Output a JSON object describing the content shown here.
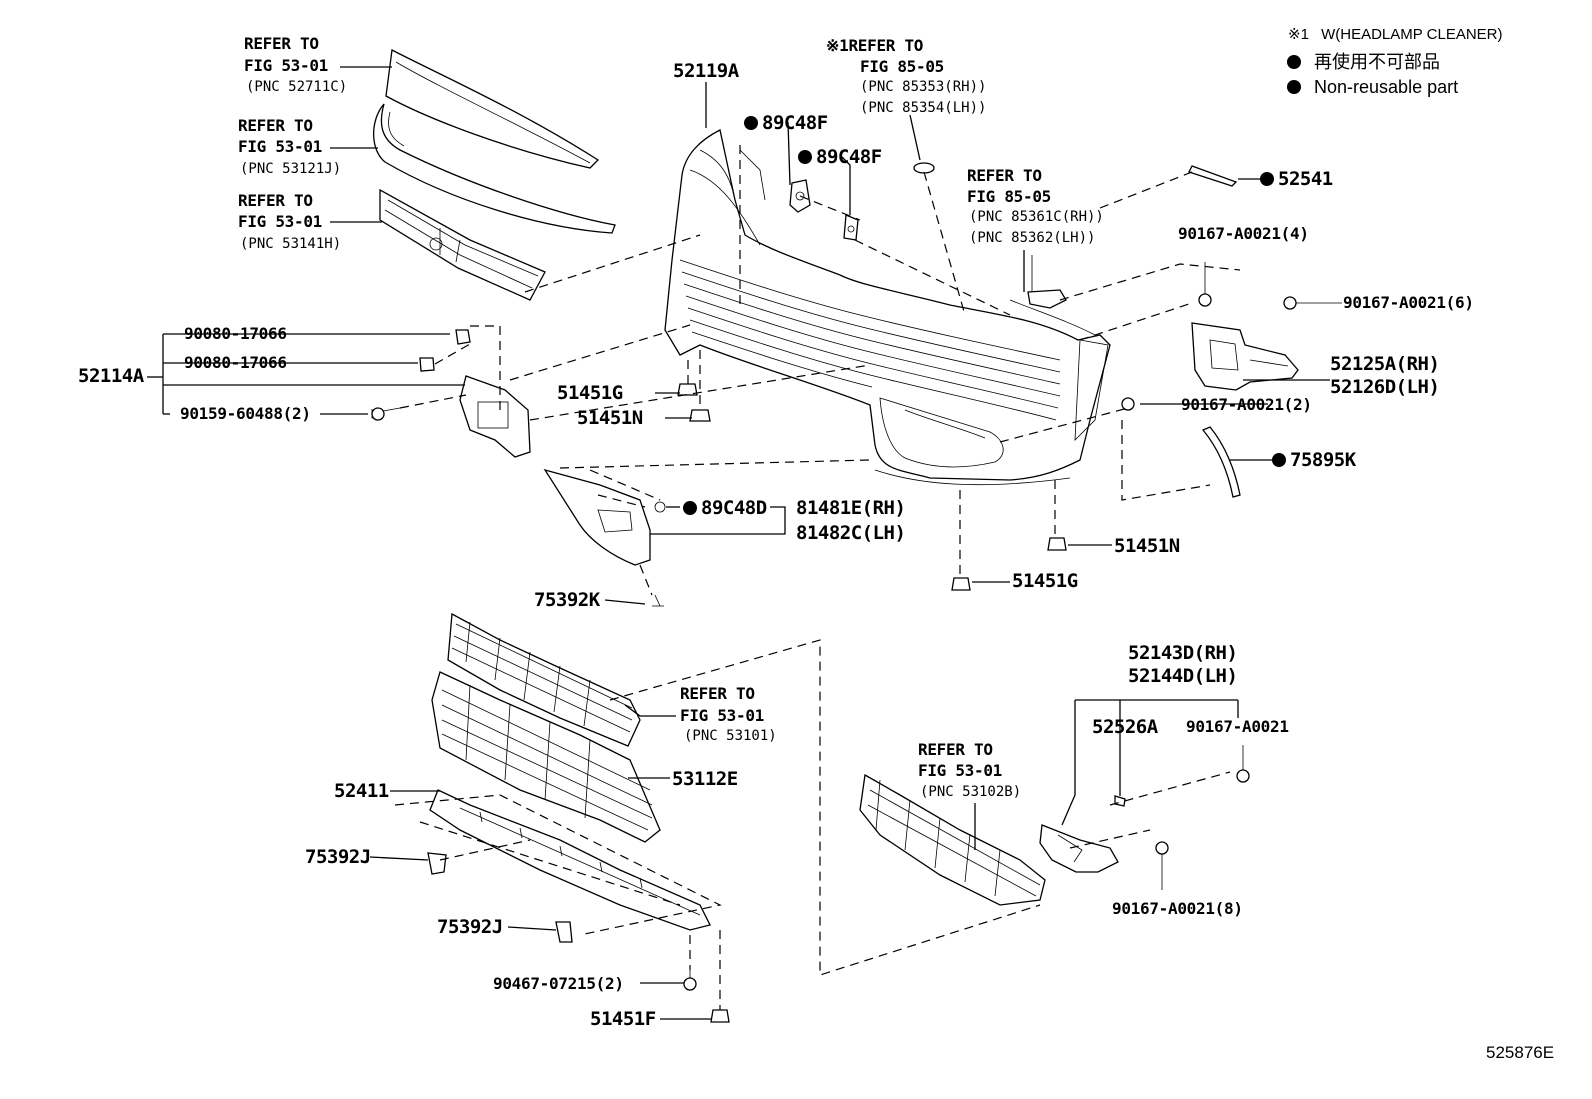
{
  "legend": {
    "note_mark": "※1",
    "note_text": "W(HEADLAMP CLEANER)",
    "jp_text": "再使用不可部品",
    "en_text": "Non-reusable part"
  },
  "diagram_id": "525876E",
  "callouts": {
    "refer_53_01_a": {
      "l1": "REFER TO",
      "l2": "FIG 53-01",
      "l3": "(PNC 52711C)"
    },
    "refer_53_01_b": {
      "l1": "REFER TO",
      "l2": "FIG 53-01",
      "l3": "(PNC 53121J)"
    },
    "refer_53_01_c": {
      "l1": "REFER TO",
      "l2": "FIG 53-01",
      "l3": "(PNC 53141H)"
    },
    "refer_85_05_a": {
      "mark": "※1",
      "l1": "REFER TO",
      "l2": "FIG 85-05",
      "l3": "(PNC 85353(RH))",
      "l4": "(PNC 85354(LH))"
    },
    "refer_85_05_b": {
      "l1": "REFER TO",
      "l2": "FIG 85-05",
      "l3": "(PNC 85361C(RH))",
      "l4": "(PNC 85362(LH))"
    },
    "refer_53_01_d": {
      "l1": "REFER TO",
      "l2": "FIG 53-01",
      "l3": "(PNC 53101)"
    },
    "refer_53_01_e": {
      "l1": "REFER TO",
      "l2": "FIG 53-01",
      "l3": "(PNC 53102B)"
    }
  },
  "parts": {
    "p52119A": "52119A",
    "p89C48F_a": "89C48F",
    "p89C48F_b": "89C48F",
    "p52541": "52541",
    "p90167_4": "90167-A0021(4)",
    "p90167_6": "90167-A0021(6)",
    "p52125A": "52125A(RH)",
    "p52126D": "52126D(LH)",
    "p90167_2": "90167-A0021(2)",
    "p75895K": "75895K",
    "p52114A": "52114A",
    "p90080_a": "90080-17066",
    "p90080_b": "90080-17066",
    "p90159": "90159-60488(2)",
    "p51451G_a": "51451G",
    "p51451N_a": "51451N",
    "p89C48D": "89C48D",
    "p81481E": "81481E(RH)",
    "p81482C": "81482C(LH)",
    "p75392K": "75392K",
    "p51451N_b": "51451N",
    "p51451G_b": "51451G",
    "p53112E": "53112E",
    "p52411": "52411",
    "p75392J_a": "75392J",
    "p75392J_b": "75392J",
    "p90467": "90467-07215(2)",
    "p51451F": "51451F",
    "p52143D": "52143D(RH)",
    "p52144D": "52144D(LH)",
    "p52526A": "52526A",
    "p90167_single": "90167-A0021",
    "p90167_8": "90167-A0021(8)"
  }
}
